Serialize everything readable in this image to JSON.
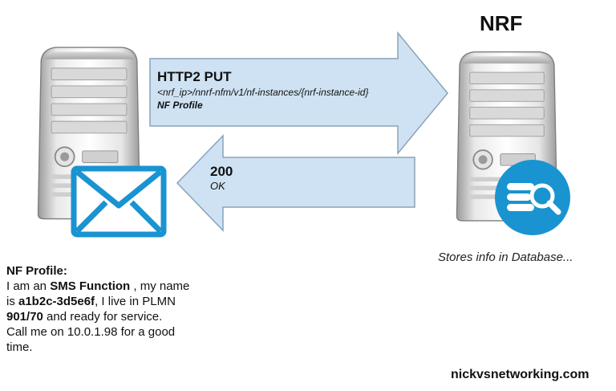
{
  "nrf": {
    "title": "NRF",
    "caption": "Stores info in Database..."
  },
  "request": {
    "method": "HTTP2 PUT",
    "path": "<nrf_ip>/nnrf-nfm/v1/nf-instances/{nrf-instance-id}",
    "body": "NF Profile"
  },
  "response": {
    "code": "200",
    "reason": "OK"
  },
  "profile": {
    "title": "NF Profile:",
    "p1": "I am an ",
    "nf_type": "SMS Function",
    "p2": " , my name is ",
    "instance_id": "a1b2c-3d5e6f",
    "p3": ", I live in PLMN ",
    "plmn": "901/70",
    "p4": " and ready for service.",
    "line2": "Call me on 10.0.1.98 for a good time."
  },
  "watermark": "nickvsnetworking.com",
  "icons": [
    "server-icon",
    "envelope-icon",
    "database-search-icon"
  ],
  "colors": {
    "arrow_fill": "#cfe2f3",
    "arrow_stroke": "#8aa3b8",
    "accent_blue": "#1a93d1"
  }
}
